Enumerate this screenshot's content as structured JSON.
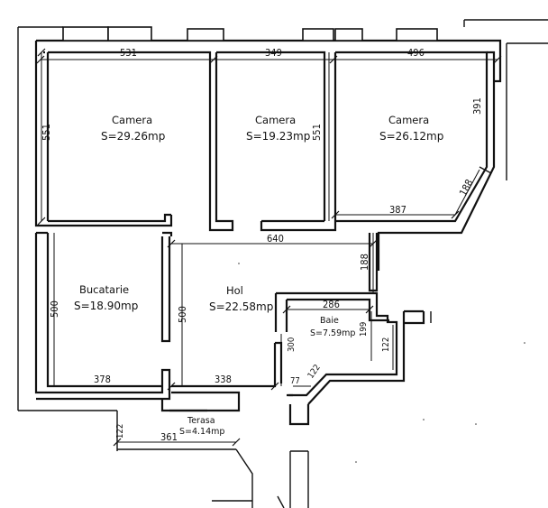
{
  "rooms": [
    {
      "name": "Camera",
      "area": "S=29.26mp"
    },
    {
      "name": "Camera",
      "area": "S=19.23mp"
    },
    {
      "name": "Camera",
      "area": "S=26.12mp"
    },
    {
      "name": "Bucatarie",
      "area": "S=18.90mp"
    },
    {
      "name": "Hol",
      "area": "S=22.58mp"
    },
    {
      "name": "Baie",
      "area": "S=7.59mp"
    },
    {
      "name": "Terasa",
      "area": "S=4.14mp"
    }
  ],
  "dimensions": {
    "room1_width": "531",
    "room1_height": "551",
    "room2_width": "349",
    "room2_height": "551",
    "room3_width": "496",
    "room3_side": "391",
    "room3_bottom": "387",
    "room3_diag": "188",
    "hol_width": "640",
    "hol_side": "188",
    "hol_height": "500",
    "hol_bottom": "338",
    "bucatarie_height": "500",
    "bucatarie_bottom": "378",
    "baie_width": "286",
    "baie_left": "300",
    "baie_right": "199",
    "baie_diag": "122",
    "baie_bottom": "77",
    "baie_side": "122",
    "terasa_width": "361",
    "terasa_height": "122"
  }
}
